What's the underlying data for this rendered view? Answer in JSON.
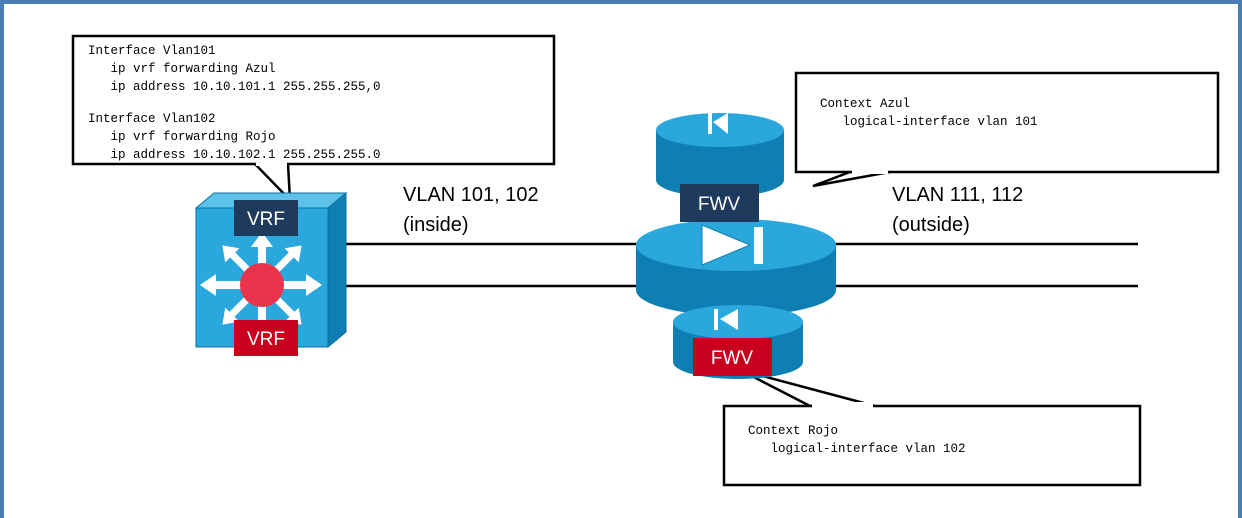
{
  "colors": {
    "frame": "#4a7db8",
    "device_light": "#2aa8dd",
    "device_dark": "#0f7fb3",
    "device_side": "#1f8fc4",
    "vrf_top": "#1e3a5c",
    "vrf_bottom": "#c8001e",
    "router_dot": "#e8334a",
    "line": "#000000"
  },
  "switch_config": {
    "lines": [
      "Interface Vlan101",
      "   ip vrf forwarding Azul",
      "   ip address 10.10.101.1 255.255.255,0",
      "",
      "Interface Vlan102",
      "   ip vrf forwarding Rojo",
      "   ip address 10.10.102.1 255.255.255.0"
    ]
  },
  "context_azul": {
    "lines": [
      "Context Azul",
      "   logical-interface vlan 101"
    ]
  },
  "context_rojo": {
    "lines": [
      "Context Rojo",
      "   logical-interface vlan 102"
    ]
  },
  "switch": {
    "label_top": "VRF",
    "label_bottom": "VRF",
    "icon": "layer3-switch-icon"
  },
  "firewall": {
    "label_top": "FWV",
    "label_bottom": "FWV",
    "icon": "firewall-icon"
  },
  "inside_label": {
    "line1": "VLAN 101, 102",
    "line2": "(inside)"
  },
  "outside_label": {
    "line1": "VLAN 111, 112",
    "line2": "(outside)"
  }
}
